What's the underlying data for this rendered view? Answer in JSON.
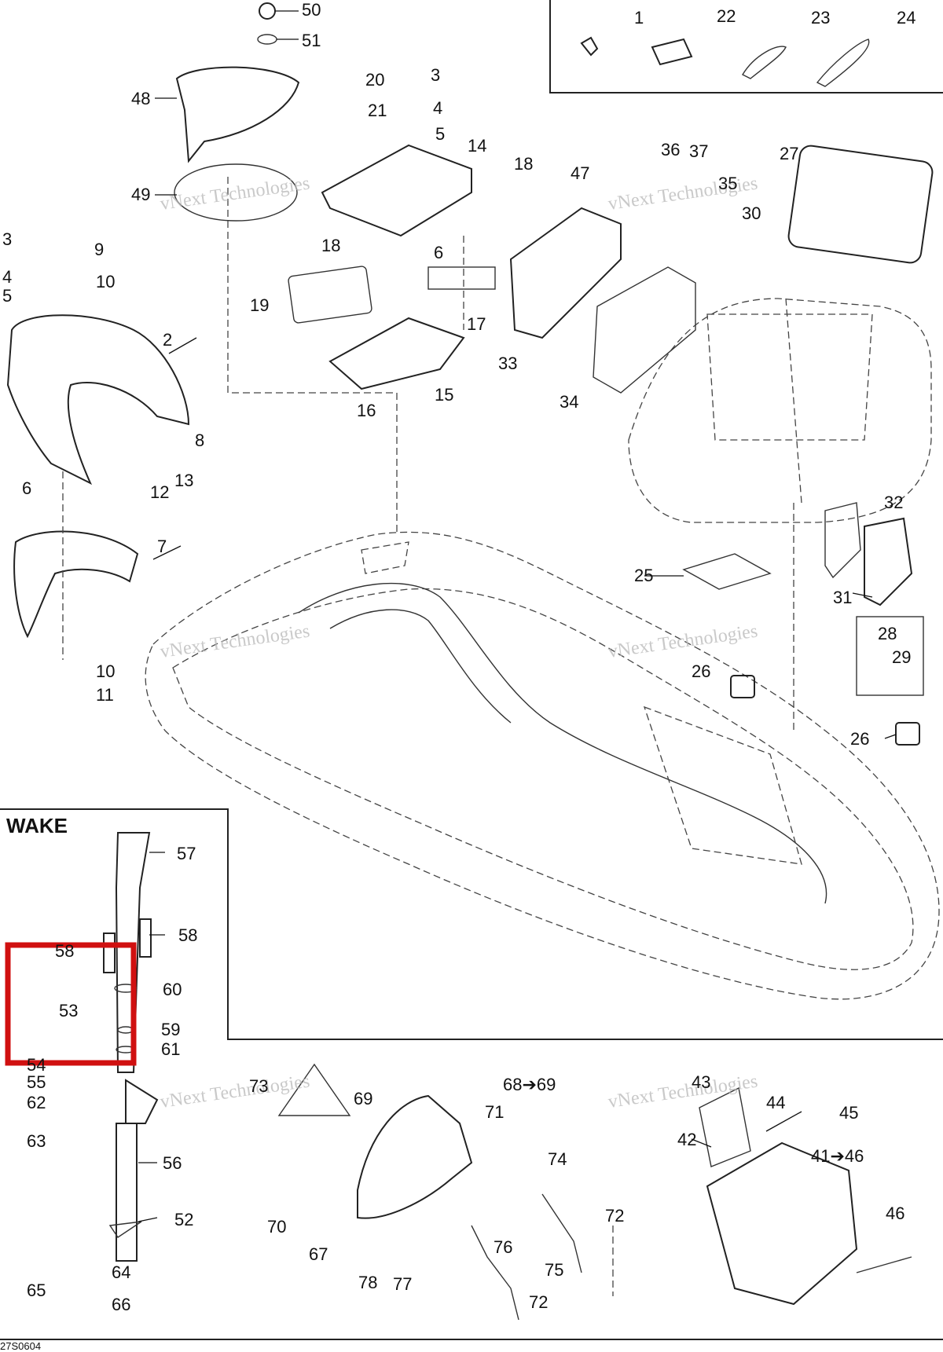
{
  "diagram": {
    "inset_title": "WAKE",
    "footer_code": "27S0604",
    "highlight_color": "#d01010",
    "watermark": "vNext Technologies",
    "callouts": [
      "50",
      "51",
      "48",
      "49",
      "20",
      "21",
      "3",
      "4",
      "5",
      "14",
      "18",
      "18",
      "6",
      "17",
      "19",
      "15",
      "16",
      "1",
      "22",
      "23",
      "24",
      "47",
      "36",
      "37",
      "35",
      "30",
      "27",
      "33",
      "34",
      "3",
      "9",
      "4",
      "10",
      "5",
      "2",
      "8",
      "13",
      "12",
      "6",
      "7",
      "10",
      "11",
      "25",
      "32",
      "31",
      "28",
      "29",
      "26",
      "26",
      "57",
      "58",
      "58",
      "60",
      "53",
      "59",
      "61",
      "54",
      "55",
      "62",
      "63",
      "56",
      "52",
      "64",
      "65",
      "66",
      "73",
      "69",
      "68➔69",
      "71",
      "74",
      "72",
      "70",
      "67",
      "76",
      "75",
      "78",
      "77",
      "72",
      "43",
      "44",
      "45",
      "42",
      "41➔46",
      "46"
    ]
  }
}
